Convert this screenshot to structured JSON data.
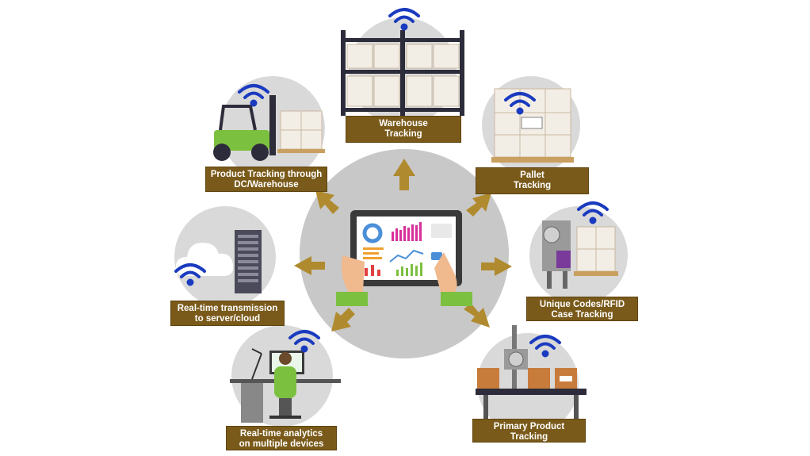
{
  "colors": {
    "hub": "#c6c6c6",
    "node_circle": "#d4d4d4",
    "arrow": "#b08a2e",
    "label_bg": "#7a5a1a",
    "wifi": "#1a3bbf",
    "green_accent": "#7cc040"
  },
  "hub": {
    "icon": "tablet-dashboard-icon"
  },
  "nodes": [
    {
      "id": "warehouse",
      "icon": "warehouse-shelves-icon",
      "line1": "Warehouse",
      "line2": "Tracking"
    },
    {
      "id": "pallet",
      "icon": "pallet-boxes-icon",
      "line1": "Pallet",
      "line2": "Tracking"
    },
    {
      "id": "unique-codes",
      "icon": "labeling-machine-icon",
      "line1": "Unique Codes/RFID",
      "line2": "Case Tracking"
    },
    {
      "id": "primary-product",
      "icon": "conveyor-icon",
      "line1": "Primary Product",
      "line2": "Tracking"
    },
    {
      "id": "analytics",
      "icon": "desk-worker-icon",
      "line1": "Real-time analytics",
      "line2": "on multiple devices"
    },
    {
      "id": "transmission",
      "icon": "cloud-server-icon",
      "line1": "Real-time transmission",
      "line2": "to server/cloud"
    },
    {
      "id": "product-tracking",
      "icon": "forklift-icon",
      "line1": "Product Tracking through",
      "line2": "DC/Warehouse"
    }
  ]
}
